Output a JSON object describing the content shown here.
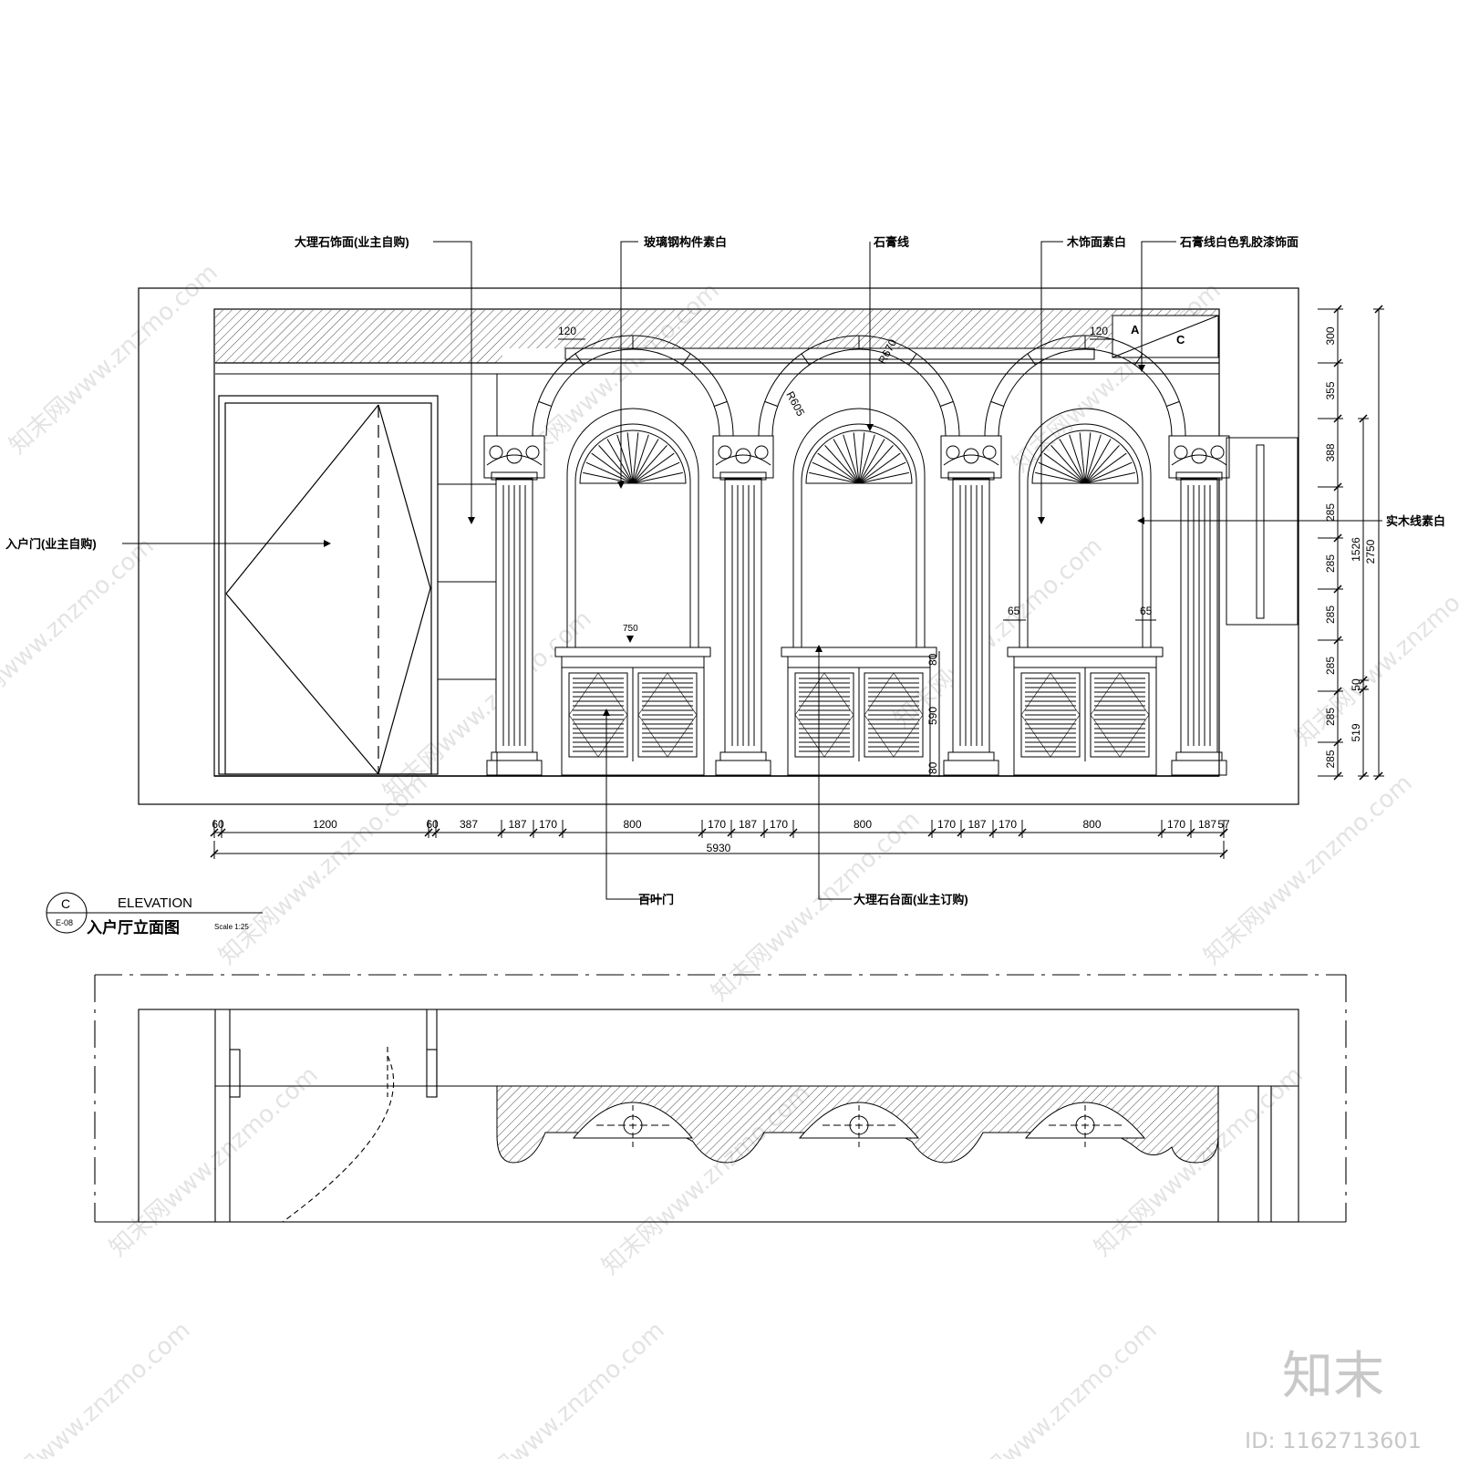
{
  "callouts": {
    "marble_wall": "大理石饰面(业主自购)",
    "frp_component": "玻璃钢构件素白",
    "plaster_line": "石膏线",
    "wood_finish": "木饰面素白",
    "plaster_latex": "石膏线白色乳胶漆饰面",
    "entry_door": "入户门(业主自购)",
    "solid_wood_line": "实木线素白",
    "louver_door": "百叶门",
    "marble_top": "大理石台面(业主订购)"
  },
  "section_markers": {
    "a": "A",
    "c": "C"
  },
  "horizontal_dims": [
    "60",
    "1200",
    "60",
    "387",
    "187",
    "170",
    "800",
    "170",
    "187",
    "170",
    "800",
    "170",
    "187",
    "170",
    "800",
    "170",
    "187",
    "57"
  ],
  "total_width": "5930",
  "right_dims": [
    "300",
    "355",
    "388",
    "285",
    "285",
    "285",
    "285",
    "285",
    "285"
  ],
  "right_dims_2": [
    "1526",
    "50",
    "519"
  ],
  "overall_height": "2750",
  "inner_dims": {
    "d120a": "120",
    "d120b": "120",
    "r605": "R605",
    "r670": "R670",
    "d750": "750",
    "d65a": "65",
    "d65b": "65",
    "d80a": "80",
    "d590": "590",
    "d80b": "80"
  },
  "title_block": {
    "symbol_letter": "C",
    "symbol_sheet": "E-08",
    "label": "ELEVATION",
    "name": "入户厅立面图",
    "scale": "Scale  1:25"
  },
  "watermark": {
    "brand": "知末",
    "id_text": "ID: 1162713601",
    "pattern_text": "知末网www.znzmo.com"
  }
}
